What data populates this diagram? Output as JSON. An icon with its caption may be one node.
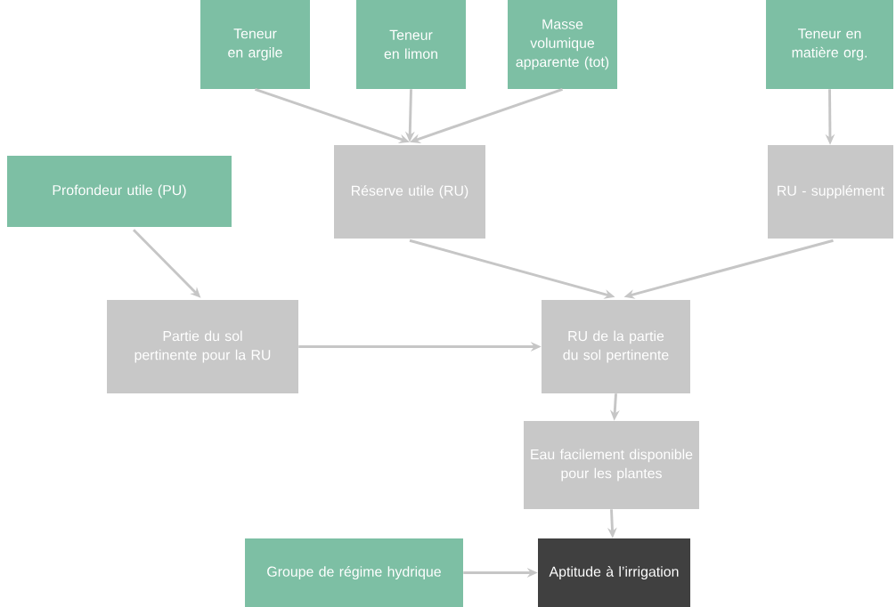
{
  "diagram": {
    "nodes": [
      {
        "text": [
          "Teneur en argile"
        ]
      },
      {
        "text": [
          "Teneur en limon"
        ]
      },
      {
        "text": [
          "Masse volumique apparente (tot)"
        ]
      },
      {
        "text": [
          "Teneur en matière org."
        ]
      },
      {
        "text": [
          "Profondeur utile (PU)"
        ]
      },
      {
        "text": [
          "Réserve utile (RU)"
        ]
      },
      {
        "text": [
          "RU - supplément"
        ]
      },
      {
        "text": [
          "Partie du sol pertinente pour la RU"
        ]
      },
      {
        "text": [
          "RU de la partie du sol pertinente"
        ]
      },
      {
        "text": [
          "Eau facilement disponible pour les plantes"
        ]
      },
      {
        "text": [
          "Groupe de régime hydrique"
        ]
      },
      {
        "text": [
          "Aptitude à l’irrigation"
        ]
      }
    ],
    "edges": [
      {
        "from": 0,
        "to": 5,
        "arrow": "to"
      },
      {
        "from": 1,
        "to": 5,
        "arrow": "to"
      },
      {
        "from": 2,
        "to": 5,
        "arrow": "to"
      },
      {
        "from": 3,
        "to": 6,
        "arrow": "to"
      },
      {
        "from": 4,
        "to": 7,
        "arrow": "to"
      },
      {
        "from": 5,
        "to": 8,
        "arrow": "to"
      },
      {
        "from": 6,
        "to": 8,
        "arrow": "to"
      },
      {
        "from": 7,
        "to": 8,
        "arrow": "to"
      },
      {
        "from": 8,
        "to": 9,
        "arrow": "to"
      },
      {
        "from": 9,
        "to": 11,
        "arrow": "to"
      },
      {
        "from": 10,
        "to": 11,
        "arrow": "to"
      }
    ]
  }
}
